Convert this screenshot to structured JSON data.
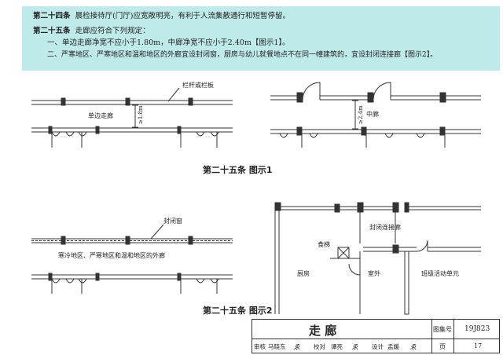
{
  "header": {
    "art24_num": "第二十四条",
    "art24_text": "晨检接待厅(门厅)应宽敞明亮，有利于人流集散通行和短暂停留。",
    "art25_num": "第二十五条",
    "art25_text": "走廊应符合下列规定：",
    "item1": "一、单边走廊净宽不应小于1.80m，中廊净宽不应小于2.40m【图示1】。",
    "item2": "二、严寒地区、严寒地区和温和地区的外廊宜设封闭窗，厨房与幼儿就餐地点不在同一幢建筑的，宜设封闭连接廊【图示2】。"
  },
  "figure1": {
    "caption": "第二十五条  图示1",
    "label_railing": "栏杆或栏板",
    "label_single_corridor": "单边走廊",
    "dim_single": "≥1.8m",
    "label_middle_corridor": "中廊",
    "dim_middle": "≥2.4m"
  },
  "figure2": {
    "caption": "第二十五条  图示2",
    "label_closed_window": "封闭窗",
    "label_outer_corridor": "寒冷地区、严寒地区和温和地区的外廊",
    "label_closed_link": "封闭连接廊",
    "label_food_lift": "食梯",
    "label_kitchen": "厨房",
    "label_outdoor": "室外",
    "label_class_unit": "班级活动单元"
  },
  "title_block": {
    "title": "走   廊",
    "atlas_label": "图集号",
    "atlas_value": "19J823",
    "review_label": "审核",
    "review_name": "马晓东",
    "proof_label": "校对",
    "proof_name": "谭亮",
    "design_label": "设计",
    "design_name": "孟媛",
    "page_label": "页",
    "page_value": "17"
  }
}
